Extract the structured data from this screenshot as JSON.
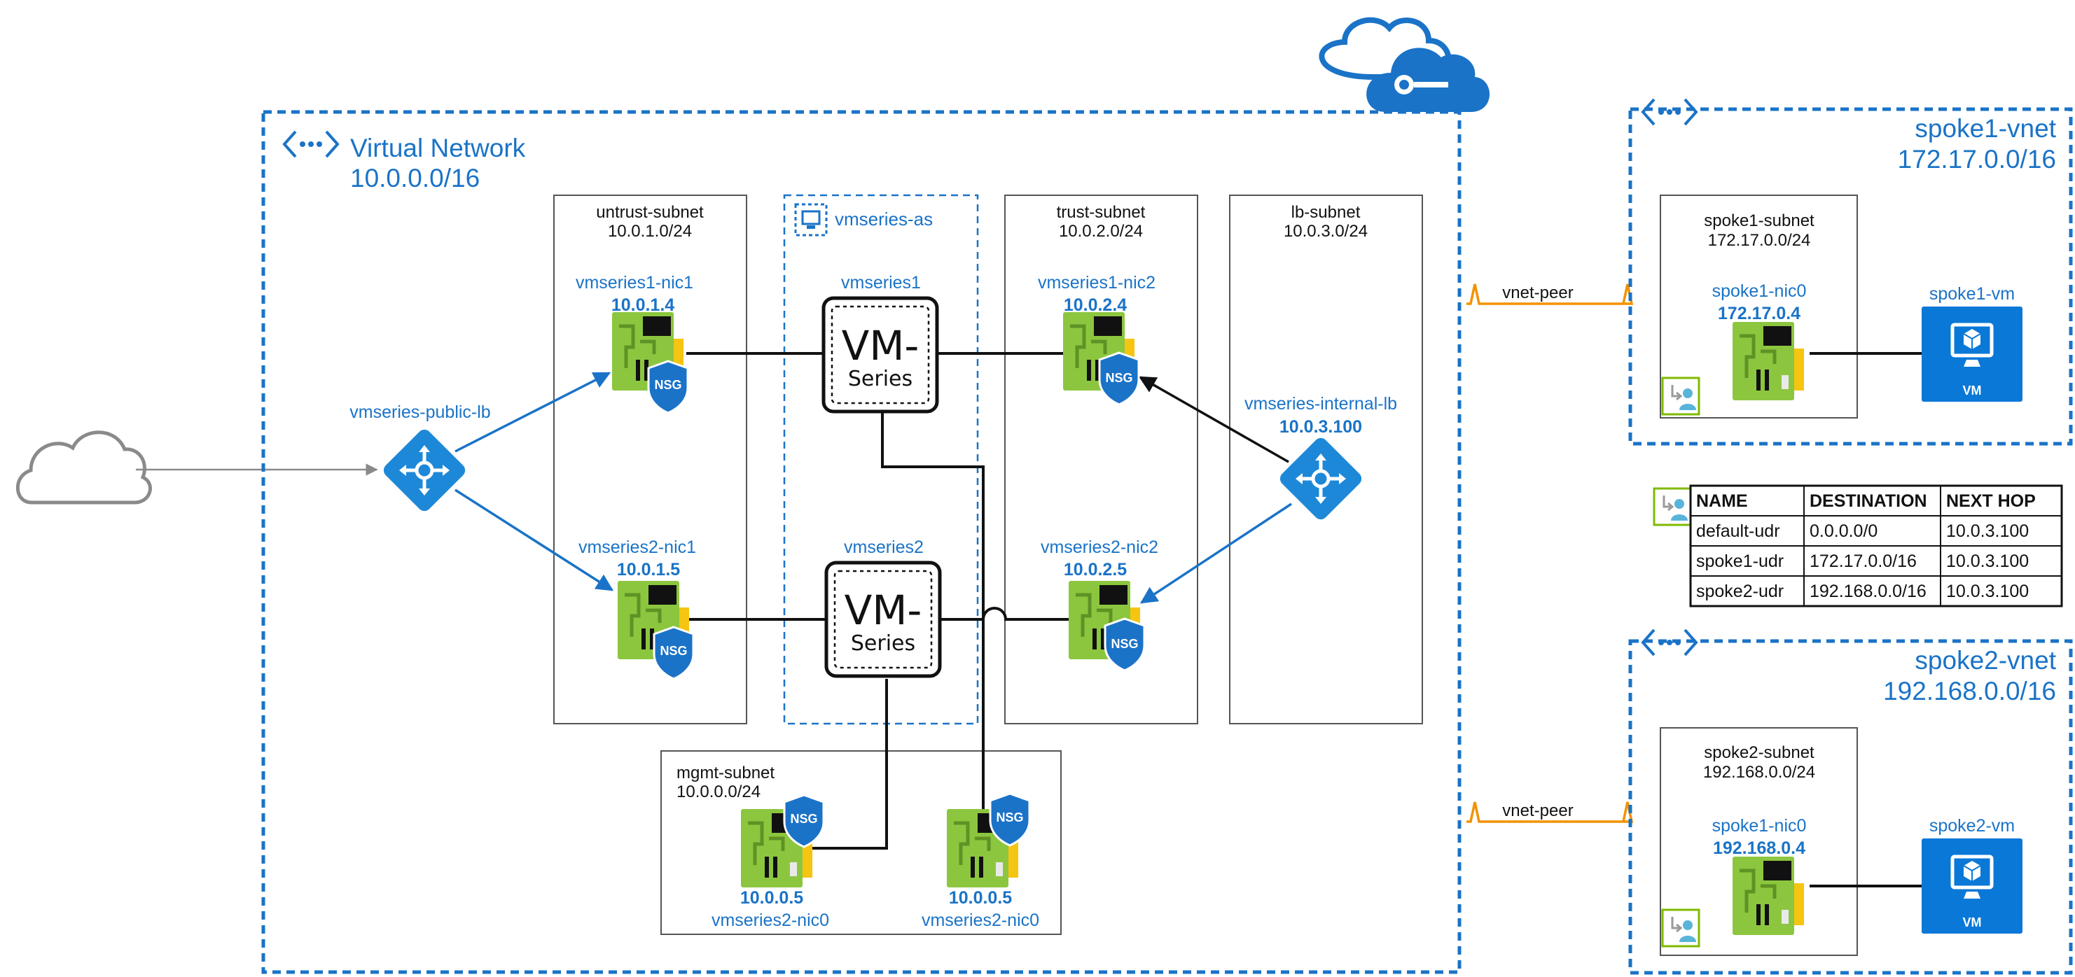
{
  "colors": {
    "azure_blue": "#1a73c7",
    "nic_green": "#8cc63f",
    "nsg_blue": "#1b73c8",
    "peer_orange": "#f39200",
    "udr_green": "#7fba00"
  },
  "icons": {
    "cloud": "internet-cloud-icon",
    "azure": "azure-cloud-icon",
    "vnet": "vnet-chevron-icon",
    "nic": "nic-card-icon",
    "nsg": "nsg-shield-icon",
    "lb": "load-balancer-icon",
    "vm": "virtual-machine-icon",
    "udr": "route-table-icon",
    "as": "availability-set-icon"
  },
  "vnet": {
    "name": "Virtual Network",
    "cidr": "10.0.0.0/16"
  },
  "availability_set": {
    "label": "vmseries-as"
  },
  "subnets": {
    "untrust": {
      "name": "untrust-subnet",
      "cidr": "10.0.1.0/24"
    },
    "trust": {
      "name": "trust-subnet",
      "cidr": "10.0.2.0/24"
    },
    "lb": {
      "name": "lb-subnet",
      "cidr": "10.0.3.0/24"
    },
    "mgmt": {
      "name": "mgmt-subnet",
      "cidr": "10.0.0.0/24"
    }
  },
  "firewalls": {
    "fw1": {
      "label": "vmseries1",
      "vm_text": "VM-",
      "series_text": "Series"
    },
    "fw2": {
      "label": "vmseries2",
      "vm_text": "VM-",
      "series_text": "Series"
    }
  },
  "nics": {
    "fw1_nic1": {
      "name": "vmseries1-nic1",
      "ip": "10.0.1.4"
    },
    "fw2_nic1": {
      "name": "vmseries2-nic1",
      "ip": "10.0.1.5"
    },
    "fw1_nic2": {
      "name": "vmseries1-nic2",
      "ip": "10.0.2.4"
    },
    "fw2_nic2": {
      "name": "vmseries2-nic2",
      "ip": "10.0.2.5"
    },
    "mgmt_a": {
      "name": "vmseries2-nic0",
      "ip": "10.0.0.5"
    },
    "mgmt_b": {
      "name": "vmseries2-nic0",
      "ip": "10.0.0.5"
    }
  },
  "nsg_label": "NSG",
  "public_lb": {
    "name": "vmseries-public-lb"
  },
  "internal_lb": {
    "name": "vmseries-internal-lb",
    "ip": "10.0.3.100"
  },
  "peering": {
    "label1": "vnet-peer",
    "label2": "vnet-peer"
  },
  "spoke1": {
    "name": "spoke1-vnet",
    "cidr": "172.17.0.0/16",
    "subnet_name": "spoke1-subnet",
    "subnet_cidr": "172.17.0.0/24",
    "nic_name": "spoke1-nic0",
    "nic_ip": "172.17.0.4",
    "vm_name": "spoke1-vm",
    "vm_badge": "VM"
  },
  "spoke2": {
    "name": "spoke2-vnet",
    "cidr": "192.168.0.0/16",
    "subnet_name": "spoke2-subnet",
    "subnet_cidr": "192.168.0.0/24",
    "nic_name": "spoke1-nic0",
    "nic_ip": "192.168.0.4",
    "vm_name": "spoke2-vm",
    "vm_badge": "VM"
  },
  "route_table": {
    "headers": [
      "NAME",
      "DESTINATION",
      "NEXT HOP"
    ],
    "rows": [
      [
        "default-udr",
        "0.0.0.0/0",
        "10.0.3.100"
      ],
      [
        "spoke1-udr",
        "172.17.0.0/16",
        "10.0.3.100"
      ],
      [
        "spoke2-udr",
        "192.168.0.0/16",
        "10.0.3.100"
      ]
    ]
  }
}
